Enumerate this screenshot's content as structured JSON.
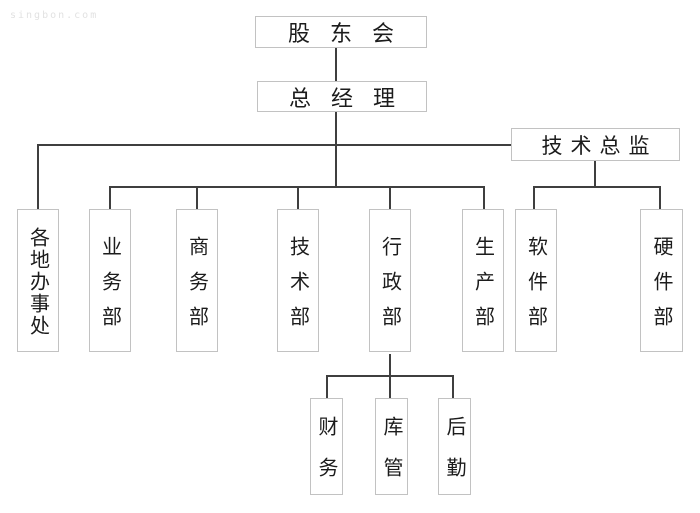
{
  "watermark": "singbon.com",
  "diagram": {
    "type": "org-chart",
    "nodes": {
      "shareholders": {
        "label": "股东会"
      },
      "general_manager": {
        "label": "总经理"
      },
      "tech_director": {
        "label": "技术总监"
      },
      "offices": {
        "label": "各地办事处"
      },
      "business_dept": {
        "label": "业务部"
      },
      "commerce_dept": {
        "label": "商务部"
      },
      "technology_dept": {
        "label": "技术部"
      },
      "admin_dept": {
        "label": "行政部"
      },
      "production_dept": {
        "label": "生产部"
      },
      "software_dept": {
        "label": "软件部"
      },
      "hardware_dept": {
        "label": "硬件部"
      },
      "finance": {
        "label": "财务"
      },
      "warehouse": {
        "label": "库管"
      },
      "logistics": {
        "label": "后勤"
      }
    },
    "edges": [
      [
        "股东会",
        "总经理"
      ],
      [
        "总经理",
        "各地办事处"
      ],
      [
        "总经理",
        "技术总监"
      ],
      [
        "总经理",
        "业务部"
      ],
      [
        "总经理",
        "商务部"
      ],
      [
        "总经理",
        "技术部"
      ],
      [
        "总经理",
        "行政部"
      ],
      [
        "总经理",
        "生产部"
      ],
      [
        "技术总监",
        "软件部"
      ],
      [
        "技术总监",
        "硬件部"
      ],
      [
        "行政部",
        "财务"
      ],
      [
        "行政部",
        "库管"
      ],
      [
        "行政部",
        "后勤"
      ]
    ],
    "colors": {
      "connector": "#3f3f3f",
      "box_border": "#c2c2c2",
      "text": "#1c1c1c",
      "background": "#ffffff",
      "watermark": "#e2e2e2"
    }
  }
}
